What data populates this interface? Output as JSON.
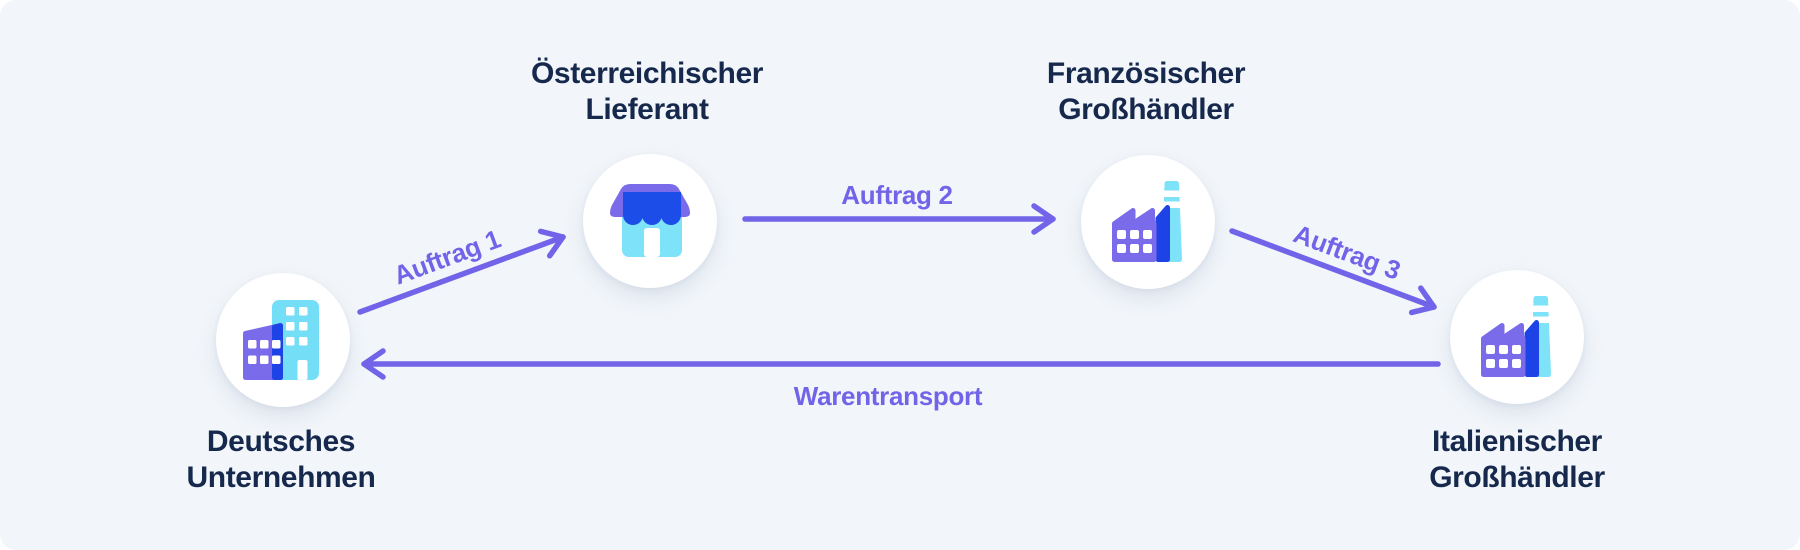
{
  "diagram": {
    "background_color": "#F2F6FA",
    "arrow_color": "#7164E8",
    "title_color": "#16294D",
    "icon_colors": {
      "purple": "#7A6BEB",
      "royal_blue": "#1D4DE8",
      "cyan": "#7EE2F8",
      "circle_background": "#FFFFFF"
    },
    "nodes": [
      {
        "id": "german-company",
        "line1": "Deutsches",
        "line2": "Unternehmen",
        "icon": "office-building-icon"
      },
      {
        "id": "austrian-supplier",
        "line1": "Österreichischer",
        "line2": "Lieferant",
        "icon": "storefront-icon"
      },
      {
        "id": "french-wholesaler",
        "line1": "Französischer",
        "line2": "Großhändler",
        "icon": "factory-icon"
      },
      {
        "id": "italian-wholesaler",
        "line1": "Italienischer",
        "line2": "Großhändler",
        "icon": "factory-icon"
      }
    ],
    "arrows": [
      {
        "id": "auftrag-1",
        "label": "Auftrag 1",
        "from": "german-company",
        "to": "austrian-supplier"
      },
      {
        "id": "auftrag-2",
        "label": "Auftrag 2",
        "from": "austrian-supplier",
        "to": "french-wholesaler"
      },
      {
        "id": "auftrag-3",
        "label": "Auftrag 3",
        "from": "french-wholesaler",
        "to": "italian-wholesaler"
      },
      {
        "id": "warentransport",
        "label": "Warentransport",
        "from": "italian-wholesaler",
        "to": "german-company"
      }
    ]
  }
}
